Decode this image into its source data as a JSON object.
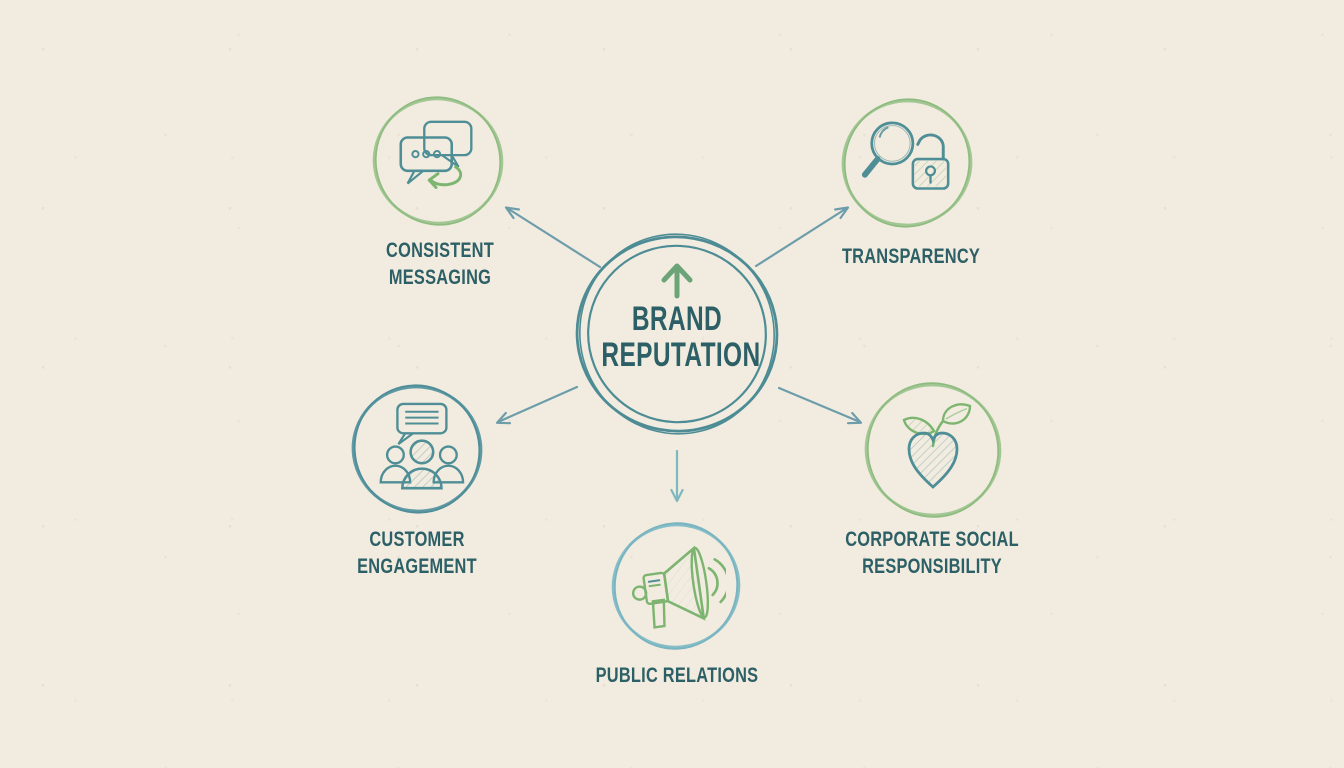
{
  "title": "Brand Reputation Diagram",
  "colors": {
    "bg": "#f1ecdf",
    "ink": "#2d5f66",
    "center-ring": "#4d8c95",
    "ring-green": "#a3c794",
    "ring-green-2": "#8ebc80",
    "ring-teal": "#5e99a4",
    "ring-teal-2": "#4f8d99",
    "ring-blue": "#85bdc8",
    "ring-blue-2": "#79b4c0",
    "icon-teal": "#4f8e96",
    "icon-green": "#7cb470",
    "up-arrow": "#6ca377",
    "arrow": "#6d9dab",
    "arrow-light": "#7db8c0"
  },
  "center": {
    "label": "BRAND\nREPUTATION",
    "icon": "up-arrow-icon"
  },
  "nodes": [
    {
      "id": "consistent-messaging",
      "label": "CONSISTENT\nMESSAGING",
      "icon": "speech-bubbles-refresh-icon",
      "ring": "green",
      "position": "top-left"
    },
    {
      "id": "transparency",
      "label": "TRANSPARENCY",
      "icon": "magnifier-padlock-icon",
      "ring": "green",
      "position": "top-right"
    },
    {
      "id": "customer-engagement",
      "label": "CUSTOMER\nENGAGEMENT",
      "icon": "people-speech-bubble-icon",
      "ring": "teal",
      "position": "middle-left"
    },
    {
      "id": "public-relations",
      "label": "PUBLIC RELATIONS",
      "icon": "megaphone-icon",
      "ring": "blue",
      "position": "bottom-center"
    },
    {
      "id": "corporate-social-responsibility",
      "label": "CORPORATE SOCIAL\nRESPONSIBILITY",
      "icon": "heart-sprout-icon",
      "ring": "green",
      "position": "middle-right"
    }
  ],
  "connectors": [
    {
      "from": "brand-reputation",
      "to": "consistent-messaging"
    },
    {
      "from": "brand-reputation",
      "to": "transparency"
    },
    {
      "from": "brand-reputation",
      "to": "customer-engagement"
    },
    {
      "from": "brand-reputation",
      "to": "corporate-social-responsibility"
    },
    {
      "from": "brand-reputation",
      "to": "public-relations"
    }
  ]
}
